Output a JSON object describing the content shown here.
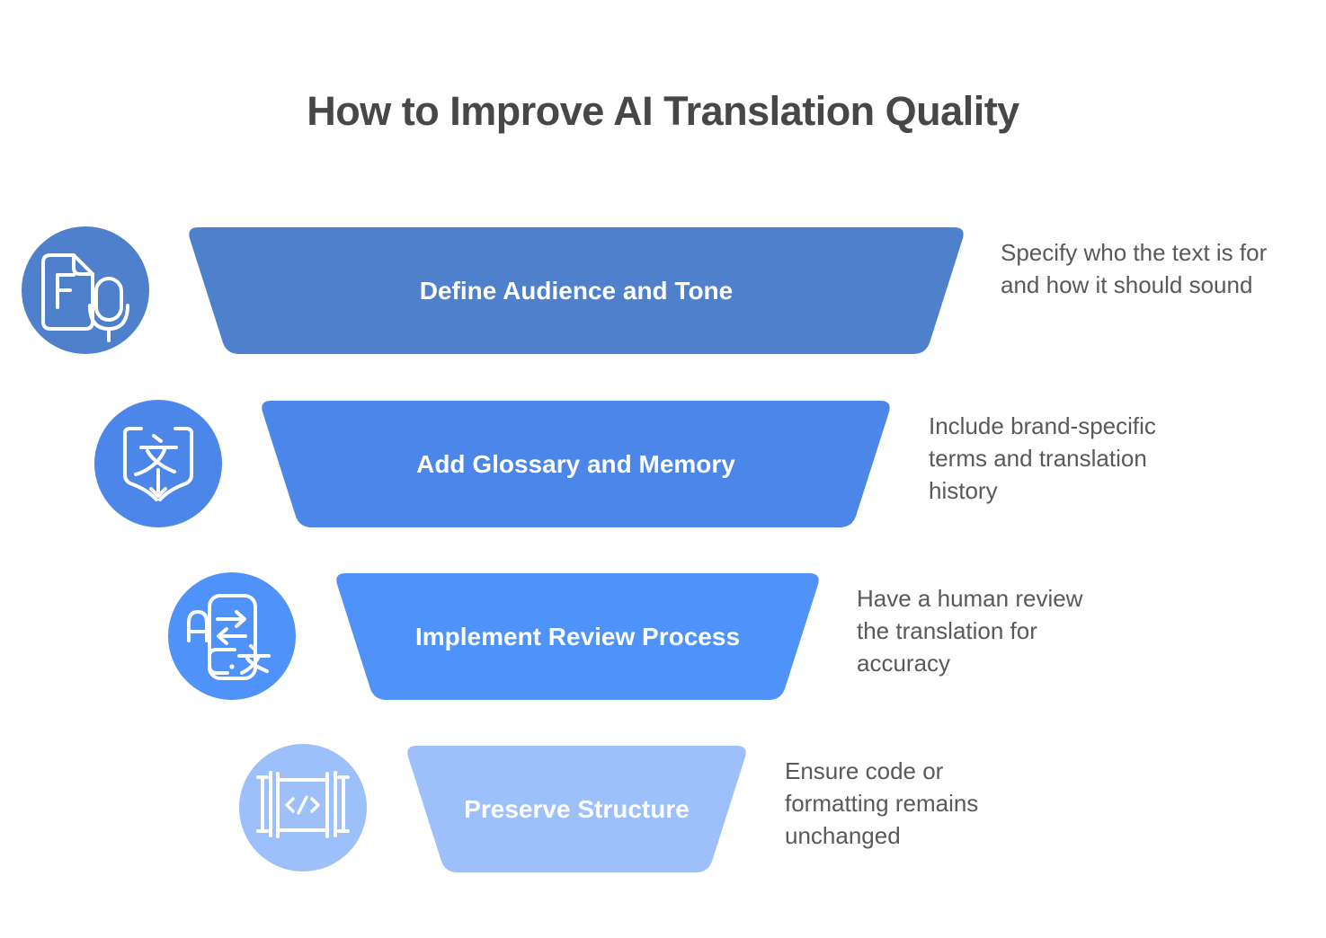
{
  "page": {
    "title": "How to Improve AI Translation Quality",
    "background_color": "#ffffff",
    "title_color": "#474747",
    "description_color": "#58595b",
    "bar_label_color": "#ffffff"
  },
  "steps": [
    {
      "label": "Define Audience and Tone",
      "description": "Specify who the text is for and how it should sound",
      "color": "#4e80cb",
      "icon": "document-voice-icon"
    },
    {
      "label": "Add Glossary and Memory",
      "description": "Include brand-specific terms and translation history",
      "color": "#4b86e8",
      "icon": "glossary-book-icon"
    },
    {
      "label": "Implement Review Process",
      "description": "Have a human review the translation for accuracy",
      "color": "#4f92fa",
      "icon": "review-translate-icon"
    },
    {
      "label": "Preserve Structure",
      "description": "Ensure code or formatting remains unchanged",
      "color": "#9dbffa",
      "icon": "code-structure-icon"
    }
  ]
}
